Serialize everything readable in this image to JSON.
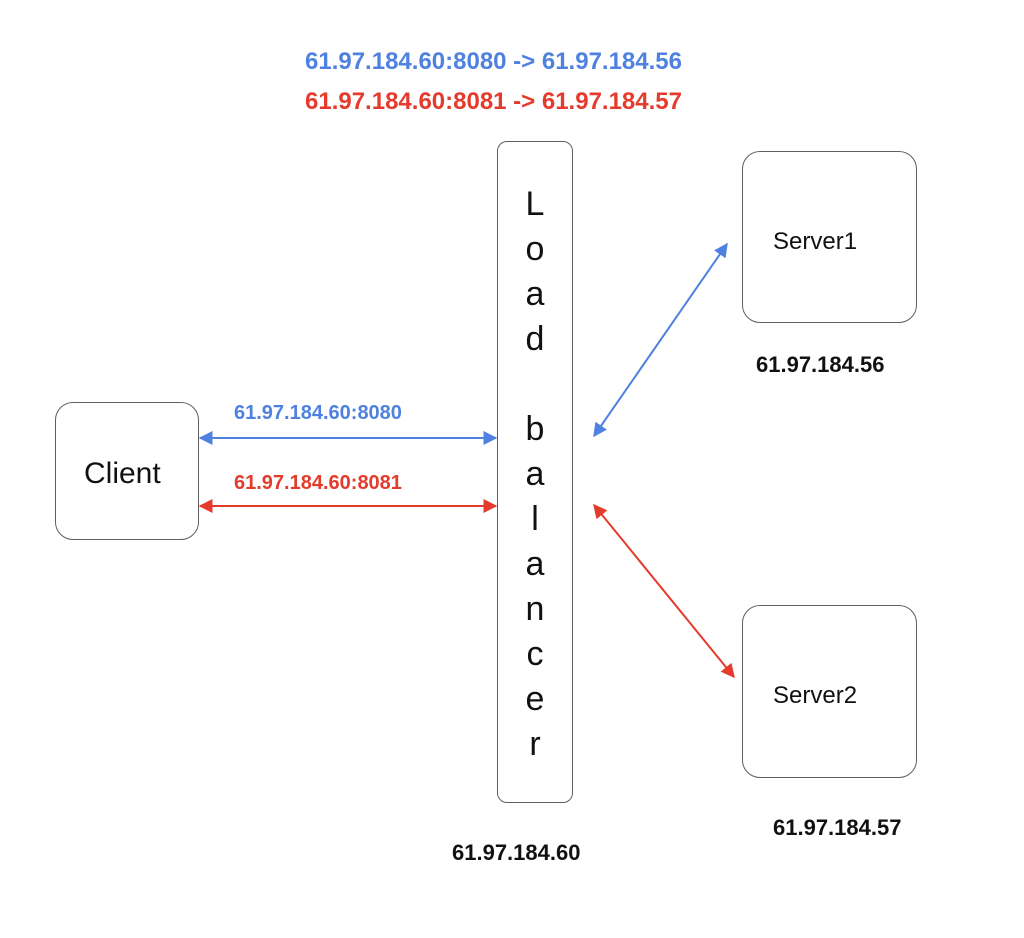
{
  "colors": {
    "blue": "#4f82e0",
    "red": "#e53b2c",
    "text": "#111111",
    "border": "#5f5f5f"
  },
  "mapping": {
    "blue_rule": "61.97.184.60:8080 -> 61.97.184.56",
    "red_rule": "61.97.184.60:8081 -> 61.97.184.57"
  },
  "client": {
    "label": "Client"
  },
  "load_balancer": {
    "label": "Load balancer",
    "ip": "61.97.184.60"
  },
  "links": {
    "client_blue": "61.97.184.60:8080",
    "client_red": "61.97.184.60:8081"
  },
  "servers": [
    {
      "label": "Server1",
      "ip": "61.97.184.56"
    },
    {
      "label": "Server2",
      "ip": "61.97.184.57"
    }
  ]
}
